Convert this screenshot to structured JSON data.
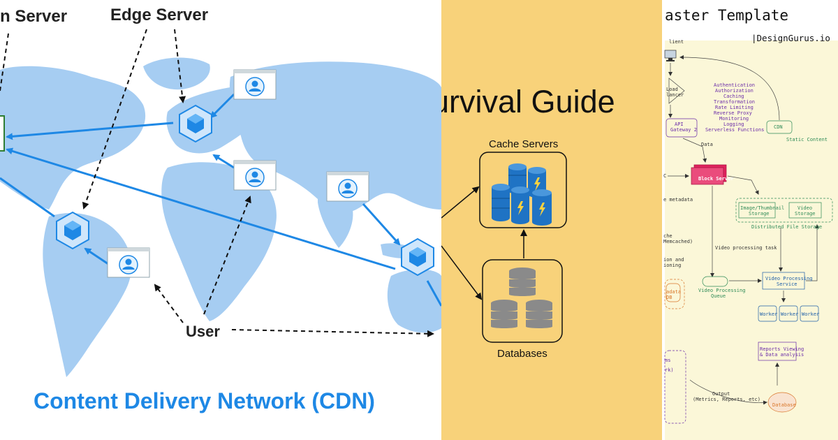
{
  "cdn_panel": {
    "labels": {
      "origin_server": "n Server",
      "edge_server": "Edge Server",
      "user": "User"
    },
    "title": "Content Delivery Network (CDN)",
    "colors": {
      "map": "#a6cdf2",
      "edge": "#1e88e5",
      "arrow": "#1e88e5"
    }
  },
  "guide_panel": {
    "title": "urvival Guide",
    "cache_label": "Cache Servers",
    "db_label": "Databases",
    "colors": {
      "background": "#f8d27a",
      "cache_blue": "#1f73c4",
      "db_grey": "#8a8a8a"
    }
  },
  "template_panel": {
    "title": "aster Template",
    "brand": "|DesignGurus.io",
    "labels": {
      "client": "lient",
      "load_balancer_1": "Load",
      "load_balancer_2": "lancer",
      "api_gateway_1": "API",
      "api_gateway_2": "Gateway 2",
      "gateway_features": [
        "Authentication",
        "Authorization",
        "Caching",
        "Transformation",
        "Rate Limiting",
        "Reverse Proxy",
        "Monitoring",
        "Logging",
        "Serverless Functions"
      ],
      "cdn": "CDN",
      "static_content": "Static Content",
      "data": "Data",
      "block_server": "Block Server",
      "c_fragment": "C",
      "metadata_fragment": "e metadata",
      "image_storage_1": "Image/Thumbnail",
      "image_storage_2": "Storage",
      "video_storage_1": "Video",
      "video_storage_2": "Storage",
      "distributed_storage": "Distributed File Storage",
      "cache_frag_1": "che",
      "cache_frag_2": "Memcached)",
      "video_task": "Video processing task",
      "versioning_1": "ion and",
      "versioning_2": "ioning",
      "queue_1": "Video Processing",
      "queue_2": "Queue",
      "processing_service_1": "Video Processing",
      "processing_service_2": "Service",
      "metadata_db_1": "adata",
      "metadata_db_2": "DB",
      "worker_1": "Worker",
      "worker_2": "Worker",
      "worker_3": "Worker",
      "reports_1": "Reports Viewing",
      "reports_2": "& Data analysis",
      "ms_frag": "ms",
      "rk_frag": "rk)",
      "output_1": "Output",
      "output_2": "(Metrics, Reports, etc)",
      "database": "Database"
    },
    "colors": {
      "paper": "#fbf7d8",
      "green": "#2e8b57",
      "blue": "#1f5fa8",
      "purple": "#6a2ca8",
      "orange": "#d9772b",
      "pink": "#e0245e"
    }
  }
}
